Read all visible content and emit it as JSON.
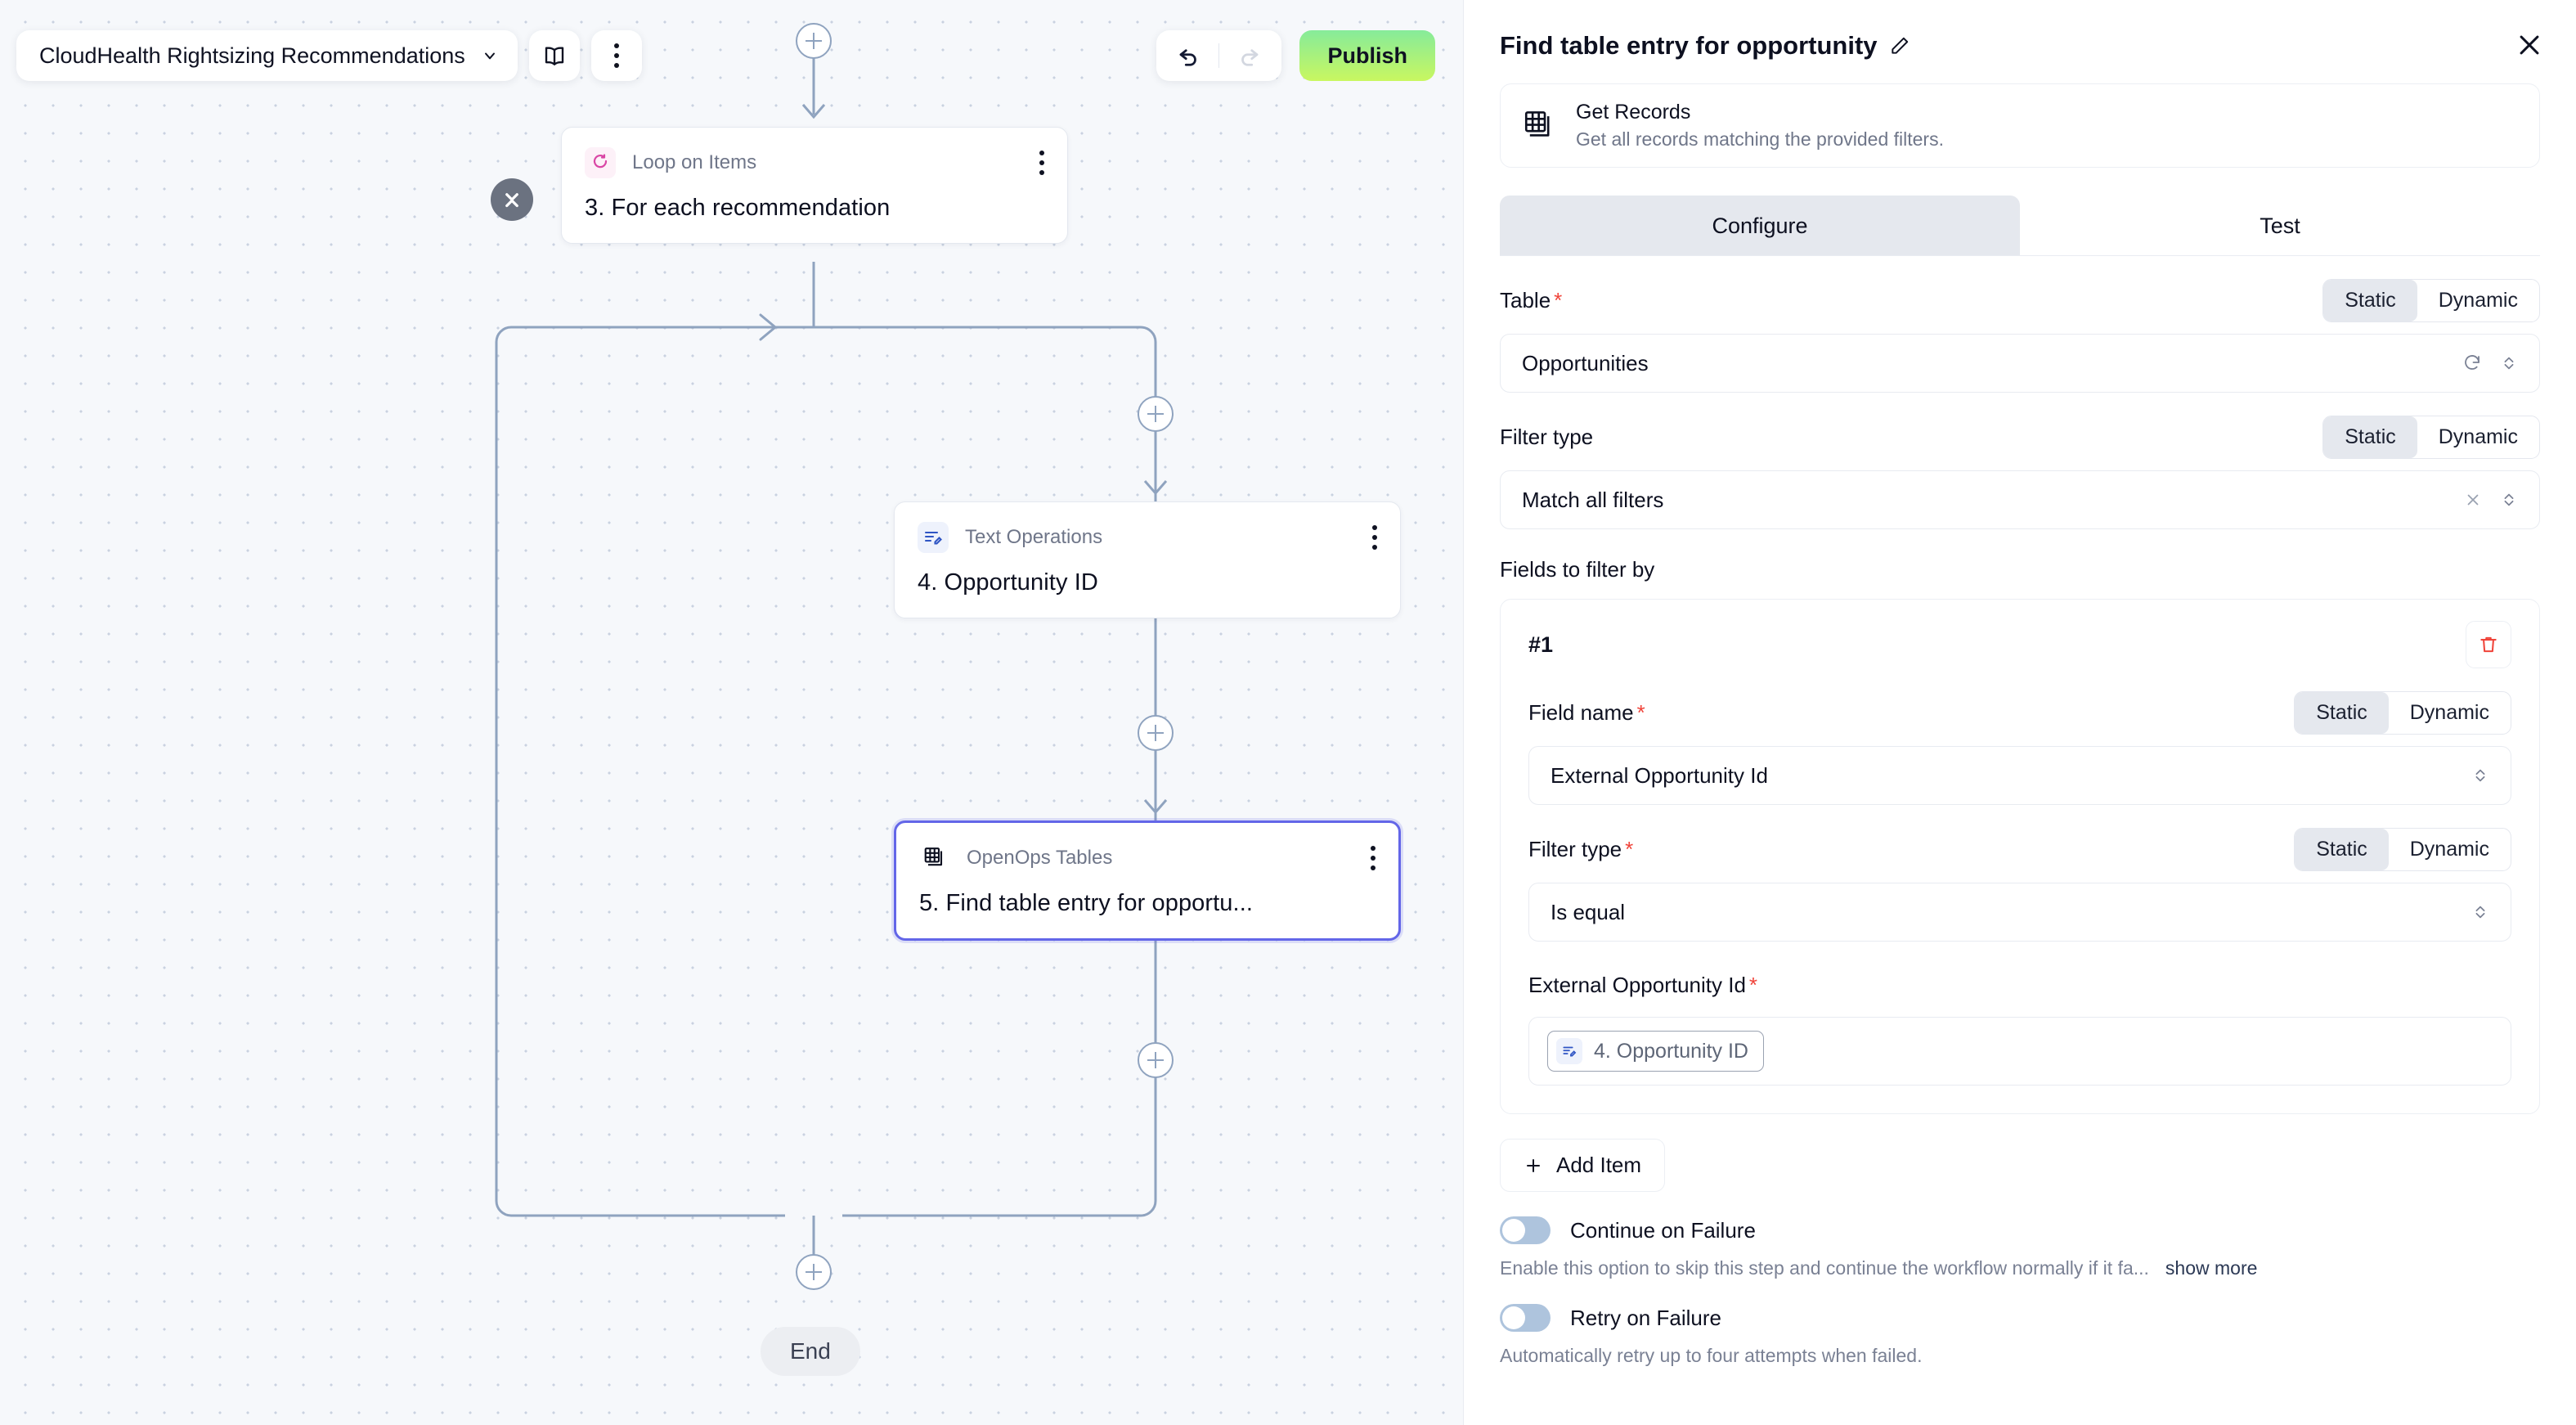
{
  "toolbar": {
    "workflow_name": "CloudHealth Rightsizing Recommendations",
    "chevron_icon": "chevron-down-icon",
    "docs_icon": "book-icon",
    "more_icon": "more-vertical-icon",
    "undo_icon": "undo-icon",
    "redo_icon": "redo-icon",
    "publish_label": "Publish",
    "publish_gradient_from": "#86eb9a",
    "publish_gradient_to": "#c9f760"
  },
  "canvas": {
    "collapse_icon": "collapse-chevrons-icon",
    "add_step_icon": "plus-icon",
    "end_label": "End",
    "edge_color": "#8fa3bf",
    "nodes": [
      {
        "piece": "Loop on Items",
        "title": "3. For each recommendation",
        "icon": "loop-icon",
        "icon_color": "#d946a5",
        "selected": false
      },
      {
        "piece": "Text Operations",
        "title": "4. Opportunity ID",
        "icon": "text-edit-icon",
        "icon_color": "#2f55c4",
        "selected": false
      },
      {
        "piece": "OpenOps Tables",
        "title": "5. Find table entry for opportu...",
        "icon": "table-stack-icon",
        "icon_color": "#0d1020",
        "selected": true
      }
    ]
  },
  "panel": {
    "title": "Find table entry for opportunity",
    "edit_icon": "pencil-icon",
    "close_icon": "close-icon",
    "selected_border_color": "#6366e8",
    "piece": {
      "icon": "table-stack-icon",
      "name": "Get Records",
      "description": "Get all records matching the provided filters."
    },
    "tabs": [
      {
        "label": "Configure",
        "active": true
      },
      {
        "label": "Test",
        "active": false
      }
    ],
    "segmented_options": {
      "static": "Static",
      "dynamic": "Dynamic"
    },
    "fields": {
      "table": {
        "label": "Table",
        "required": true,
        "mode": "Static",
        "value": "Opportunities",
        "icons": [
          "refresh-icon",
          "chevron-updown-icon"
        ]
      },
      "filter_type": {
        "label": "Filter type",
        "required": false,
        "mode": "Static",
        "value": "Match all filters",
        "icons": [
          "clear-x-icon",
          "chevron-updown-icon"
        ]
      },
      "fields_to_filter_by_label": "Fields to filter by"
    },
    "filter_items": [
      {
        "index_label": "#1",
        "delete_icon": "trash-icon",
        "delete_icon_color": "#f0443a",
        "field_name": {
          "label": "Field name",
          "required": true,
          "mode": "Static",
          "value": "External Opportunity Id",
          "icons": [
            "chevron-updown-icon"
          ]
        },
        "filter_type": {
          "label": "Filter type",
          "required": true,
          "mode": "Static",
          "value": "Is equal",
          "icons": [
            "chevron-updown-icon"
          ]
        },
        "value_field": {
          "label": "External Opportunity Id",
          "required": true,
          "token_icon": "text-edit-icon",
          "token_text": "4. Opportunity ID"
        }
      }
    ],
    "add_item": {
      "label": "Add Item",
      "icon": "plus-icon"
    },
    "options": [
      {
        "label": "Continue on Failure",
        "enabled": false,
        "help": "Enable this option to skip this step and continue the workflow normally if it fa...",
        "show_more": "show more"
      },
      {
        "label": "Retry on Failure",
        "enabled": false,
        "help": "Automatically retry up to four attempts when failed.",
        "show_more": ""
      }
    ]
  }
}
